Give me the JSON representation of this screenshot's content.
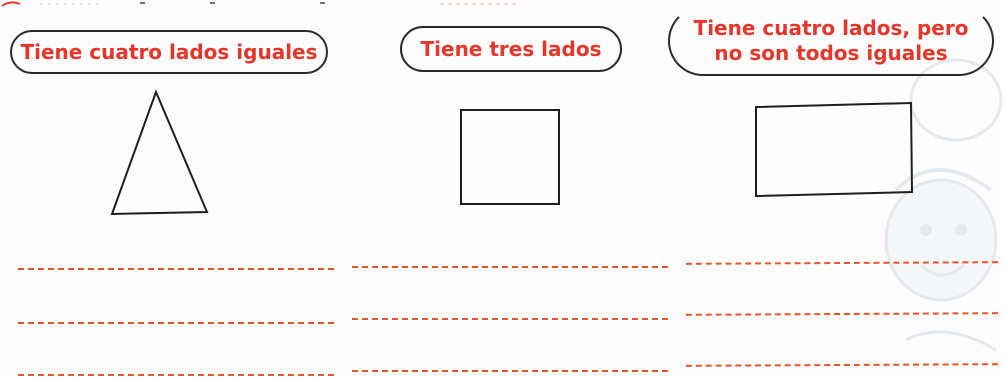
{
  "labels": {
    "four_equal_sides": "Tiene cuatro lados iguales",
    "three_sides": "Tiene tres lados",
    "four_sides_not_equal": "Tiene cuatro lados, pero no son todos iguales"
  },
  "colors": {
    "label_text": "#e8352a",
    "pill_border": "#2b2b2b",
    "dashed_line": "#e8552a",
    "shape_stroke": "#1e1e1e"
  },
  "shapes": [
    "triangle",
    "square",
    "rectangle"
  ],
  "answer_lines": {
    "rows": 3,
    "columns": 3
  }
}
